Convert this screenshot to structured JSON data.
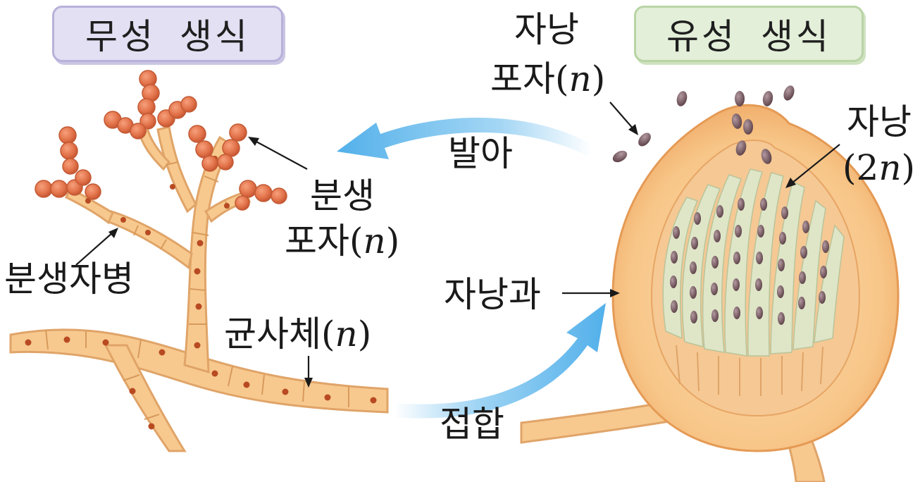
{
  "badges": {
    "asexual": "무성 생식",
    "sexual": "유성 생식"
  },
  "labels": {
    "ascospore": {
      "line1": "자낭",
      "line2_text": "포자",
      "paren_open": "(",
      "var": "n",
      "paren_close": ")"
    },
    "ascus": {
      "line1": "자낭",
      "paren_open": "(",
      "number": "2",
      "var": "n",
      "paren_close": ")"
    },
    "germination": "발아",
    "conidium": {
      "line1": "분생",
      "line2_text": "포자",
      "paren_open": "(",
      "var": "n",
      "paren_close": ")"
    },
    "conidiophore": "분생자병",
    "hypha": {
      "text": "균사체",
      "paren_open": "(",
      "var": "n",
      "paren_close": ")"
    },
    "ascocarp": "자낭과",
    "conjugation": "접합"
  },
  "colors": {
    "hypha_fill": "#f7c98f",
    "hypha_edge": "#e0a468",
    "spore": "#e2734a",
    "ascocarp_wall": "#f3b06f",
    "asci_green": "#dfe6c8",
    "ascospore_dark": "#7b5c63",
    "arrow_blue": "#5cb6ec"
  }
}
